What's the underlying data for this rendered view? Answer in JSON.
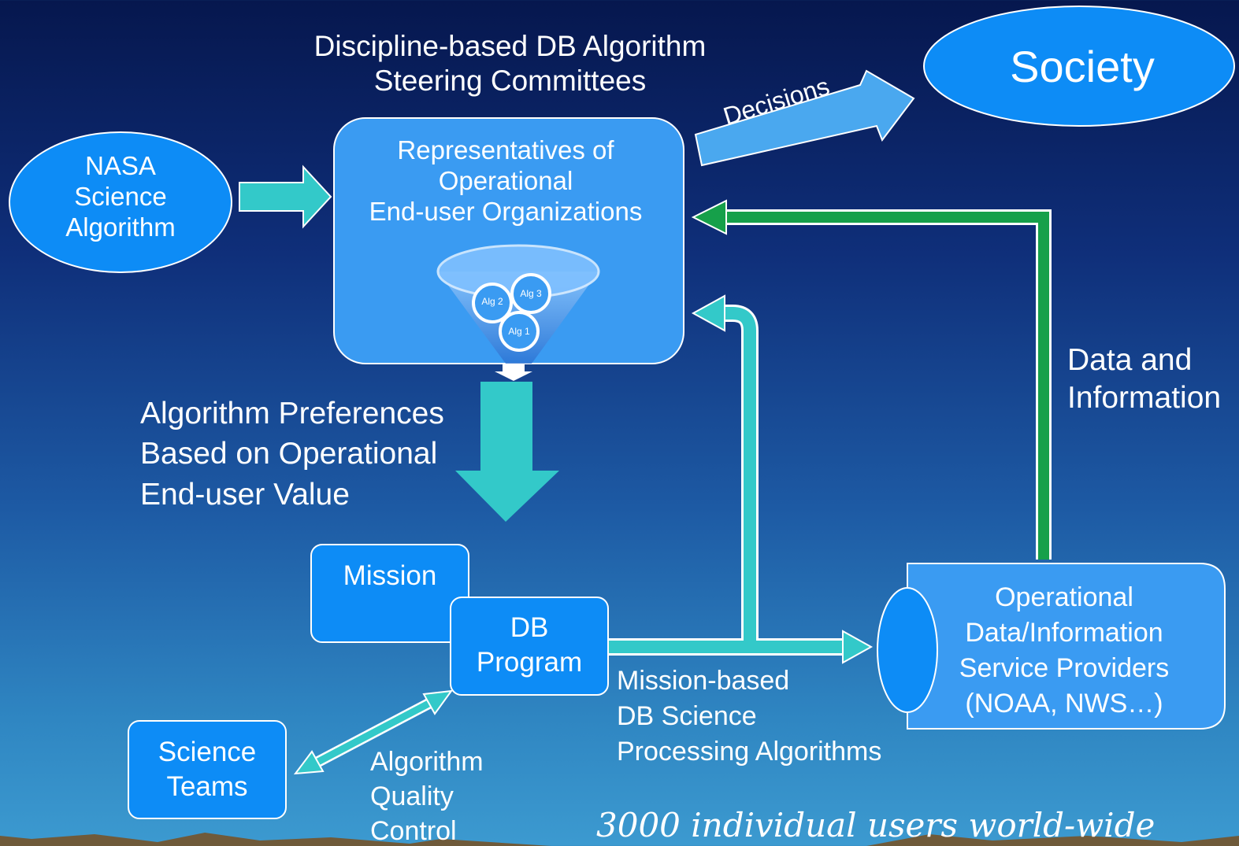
{
  "title": "Discipline-based DB Algorithm\nSteering Committees",
  "society": "Society",
  "decisions": "Decisions",
  "nasa": "NASA\nScience\nAlgorithm",
  "representatives": "Representatives of\nOperational\nEnd-user  Organizations",
  "funnel_balls": [
    "Alg 2",
    "Alg 3",
    "Alg 1"
  ],
  "preferences": "Algorithm Preferences\nBased on Operational\nEnd-user Value",
  "data_info": "Data and\nInformation",
  "mission": "Mission",
  "db_program": "DB\nProgram",
  "mission_based": "Mission-based\nDB Science\nProcessing Algorithms",
  "operational": "Operational\nData/Information\nService Providers\n(NOAA, NWS…)",
  "science_teams": "Science\nTeams",
  "quality": "Algorithm\nQuality\nControl",
  "users": "3000 individual users world-wide",
  "colors": {
    "box_fill": "#3a9bf2",
    "box_fill_dark": "#0d8cf6",
    "teal_arrow": "#33c9c9",
    "green_arrow": "#16a04a",
    "decisions_arrow": "#4aa8ef"
  }
}
